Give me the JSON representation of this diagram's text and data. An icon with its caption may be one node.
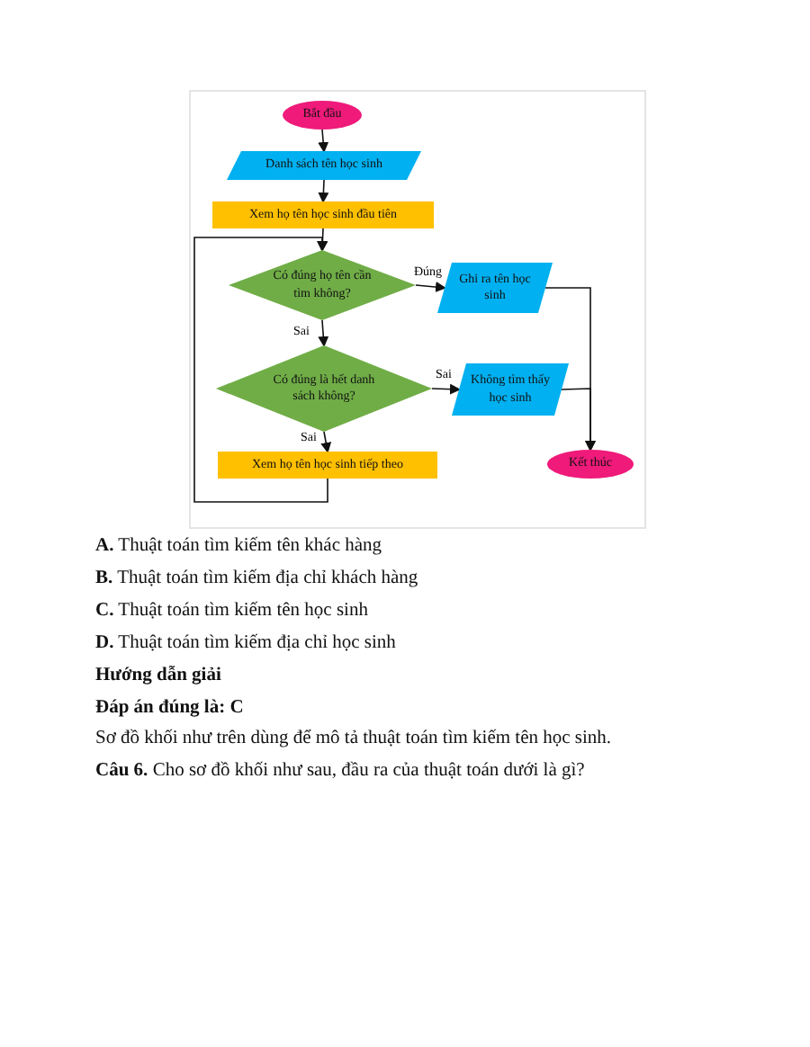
{
  "diagram": {
    "nodes": [
      {
        "text": [
          "Bắt đầu"
        ]
      },
      {
        "text": [
          "Danh sách tên học sinh"
        ]
      },
      {
        "text": [
          "Xem họ tên học sinh đầu tiên"
        ]
      },
      {
        "text": [
          "Có đúng họ tên cần tìm không?"
        ]
      },
      {
        "text": [
          "Ghi ra tên học sinh"
        ]
      },
      {
        "text": [
          "Có đúng là hết danh sách không?"
        ]
      },
      {
        "text": [
          "Không tìm thấy học sinh"
        ]
      },
      {
        "text": [
          "Xem họ tên học sinh tiếp theo"
        ]
      },
      {
        "text": [
          "Kết thúc"
        ]
      }
    ],
    "edges": [
      {
        "from": 0,
        "to": 1,
        "arrow": "to"
      },
      {
        "from": 1,
        "to": 2,
        "arrow": "to"
      },
      {
        "from": 2,
        "to": 3,
        "arrow": "to"
      },
      {
        "from": 3,
        "to": 4,
        "arrow": "to",
        "label": "Đúng"
      },
      {
        "from": 3,
        "to": 5,
        "arrow": "to",
        "label": "Sai"
      },
      {
        "from": 5,
        "to": 6,
        "arrow": "to",
        "label": "Sai"
      },
      {
        "from": 5,
        "to": 7,
        "arrow": "to",
        "label": "Sai"
      },
      {
        "from": 7,
        "to": 3,
        "arrow": "to"
      },
      {
        "from": 4,
        "to": 8,
        "arrow": "to"
      },
      {
        "from": 6,
        "to": 8,
        "arrow": "to"
      }
    ],
    "labels": [
      "**A.** Thuật toán tìm kiếm tên khác hàng",
      "**B.** Thuật toán tìm kiếm địa chỉ khách hàng",
      "**C.** Thuật toán tìm kiếm tên học sinh",
      "**D.** Thuật toán tìm kiếm địa chỉ học sinh",
      "Hướng dẫn giải",
      "Đáp án đúng là: C",
      "Sơ đồ khối như trên dùng để mô tả thuật toán tìm kiếm tên học sinh.",
      "**Câu 6.** Cho sơ đồ khối như sau, đầu ra của thuật toán dưới là gì?"
    ]
  }
}
